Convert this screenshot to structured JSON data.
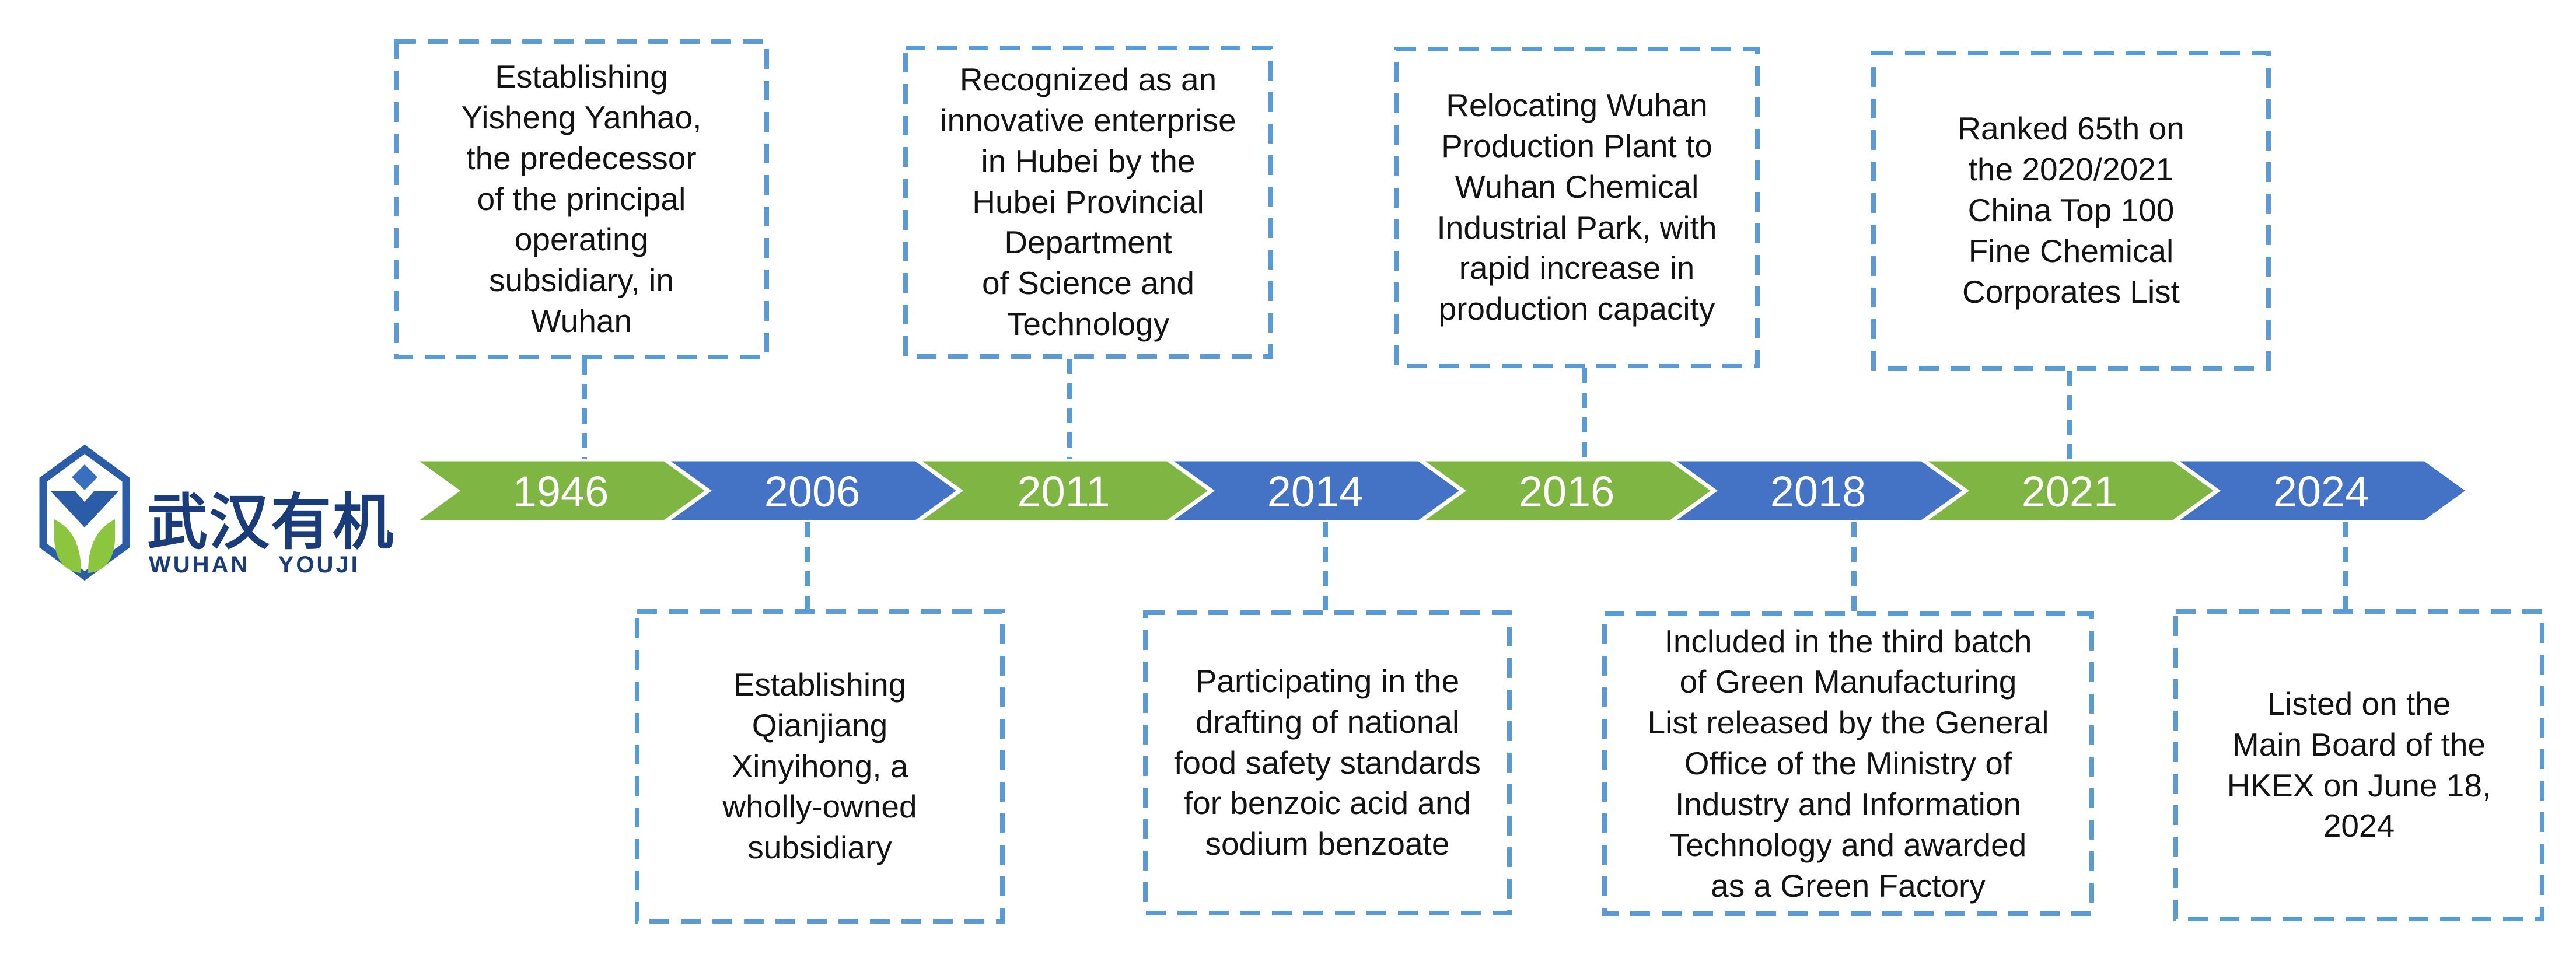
{
  "logo": {
    "chinese": "武汉有机",
    "english": "WUHAN YOUJI"
  },
  "colors": {
    "green": "#7FB543",
    "blue": "#4472C4",
    "connector": "#5B9BD5",
    "box_border": "#5B9BD5",
    "text": "#131313",
    "logo_navy": "#1A3C7A",
    "logo_blue": "#2B5CA8",
    "logo_mid_blue": "#3A6FBF",
    "leaf_green": "#8CC63E"
  },
  "timeline": {
    "milestones": [
      {
        "year": "1946",
        "color": "green",
        "side": "top",
        "description": "Establishing\nYisheng Yanhao,\nthe predecessor\nof the principal\noperating\nsubsidiary, in\nWuhan"
      },
      {
        "year": "2006",
        "color": "blue",
        "side": "bottom",
        "description": "Establishing\nQianjiang\nXinyihong, a\nwholly-owned\nsubsidiary"
      },
      {
        "year": "2011",
        "color": "green",
        "side": "top",
        "description": "Recognized as an\ninnovative enterprise\nin Hubei by the\nHubei Provincial\nDepartment\nof Science and\nTechnology"
      },
      {
        "year": "2014",
        "color": "blue",
        "side": "bottom",
        "description": "Participating in the\ndrafting of national\nfood safety standards\nfor benzoic acid and\nsodium benzoate"
      },
      {
        "year": "2016",
        "color": "green",
        "side": "top",
        "description": "Relocating Wuhan\nProduction Plant to\nWuhan Chemical\nIndustrial Park, with\nrapid increase in\nproduction capacity"
      },
      {
        "year": "2018",
        "color": "blue",
        "side": "bottom",
        "description": "Included in the third batch\nof Green Manufacturing\nList released by the General\nOffice of the Ministry of\nIndustry and Information\nTechnology and awarded\nas a Green Factory"
      },
      {
        "year": "2021",
        "color": "green",
        "side": "top",
        "description": "Ranked 65th on\nthe 2020/2021\nChina Top 100\nFine Chemical\nCorporates List"
      },
      {
        "year": "2024",
        "color": "blue",
        "side": "bottom",
        "description": "Listed on the\nMain Board of the\nHKEX on June 18,\n2024"
      }
    ]
  }
}
